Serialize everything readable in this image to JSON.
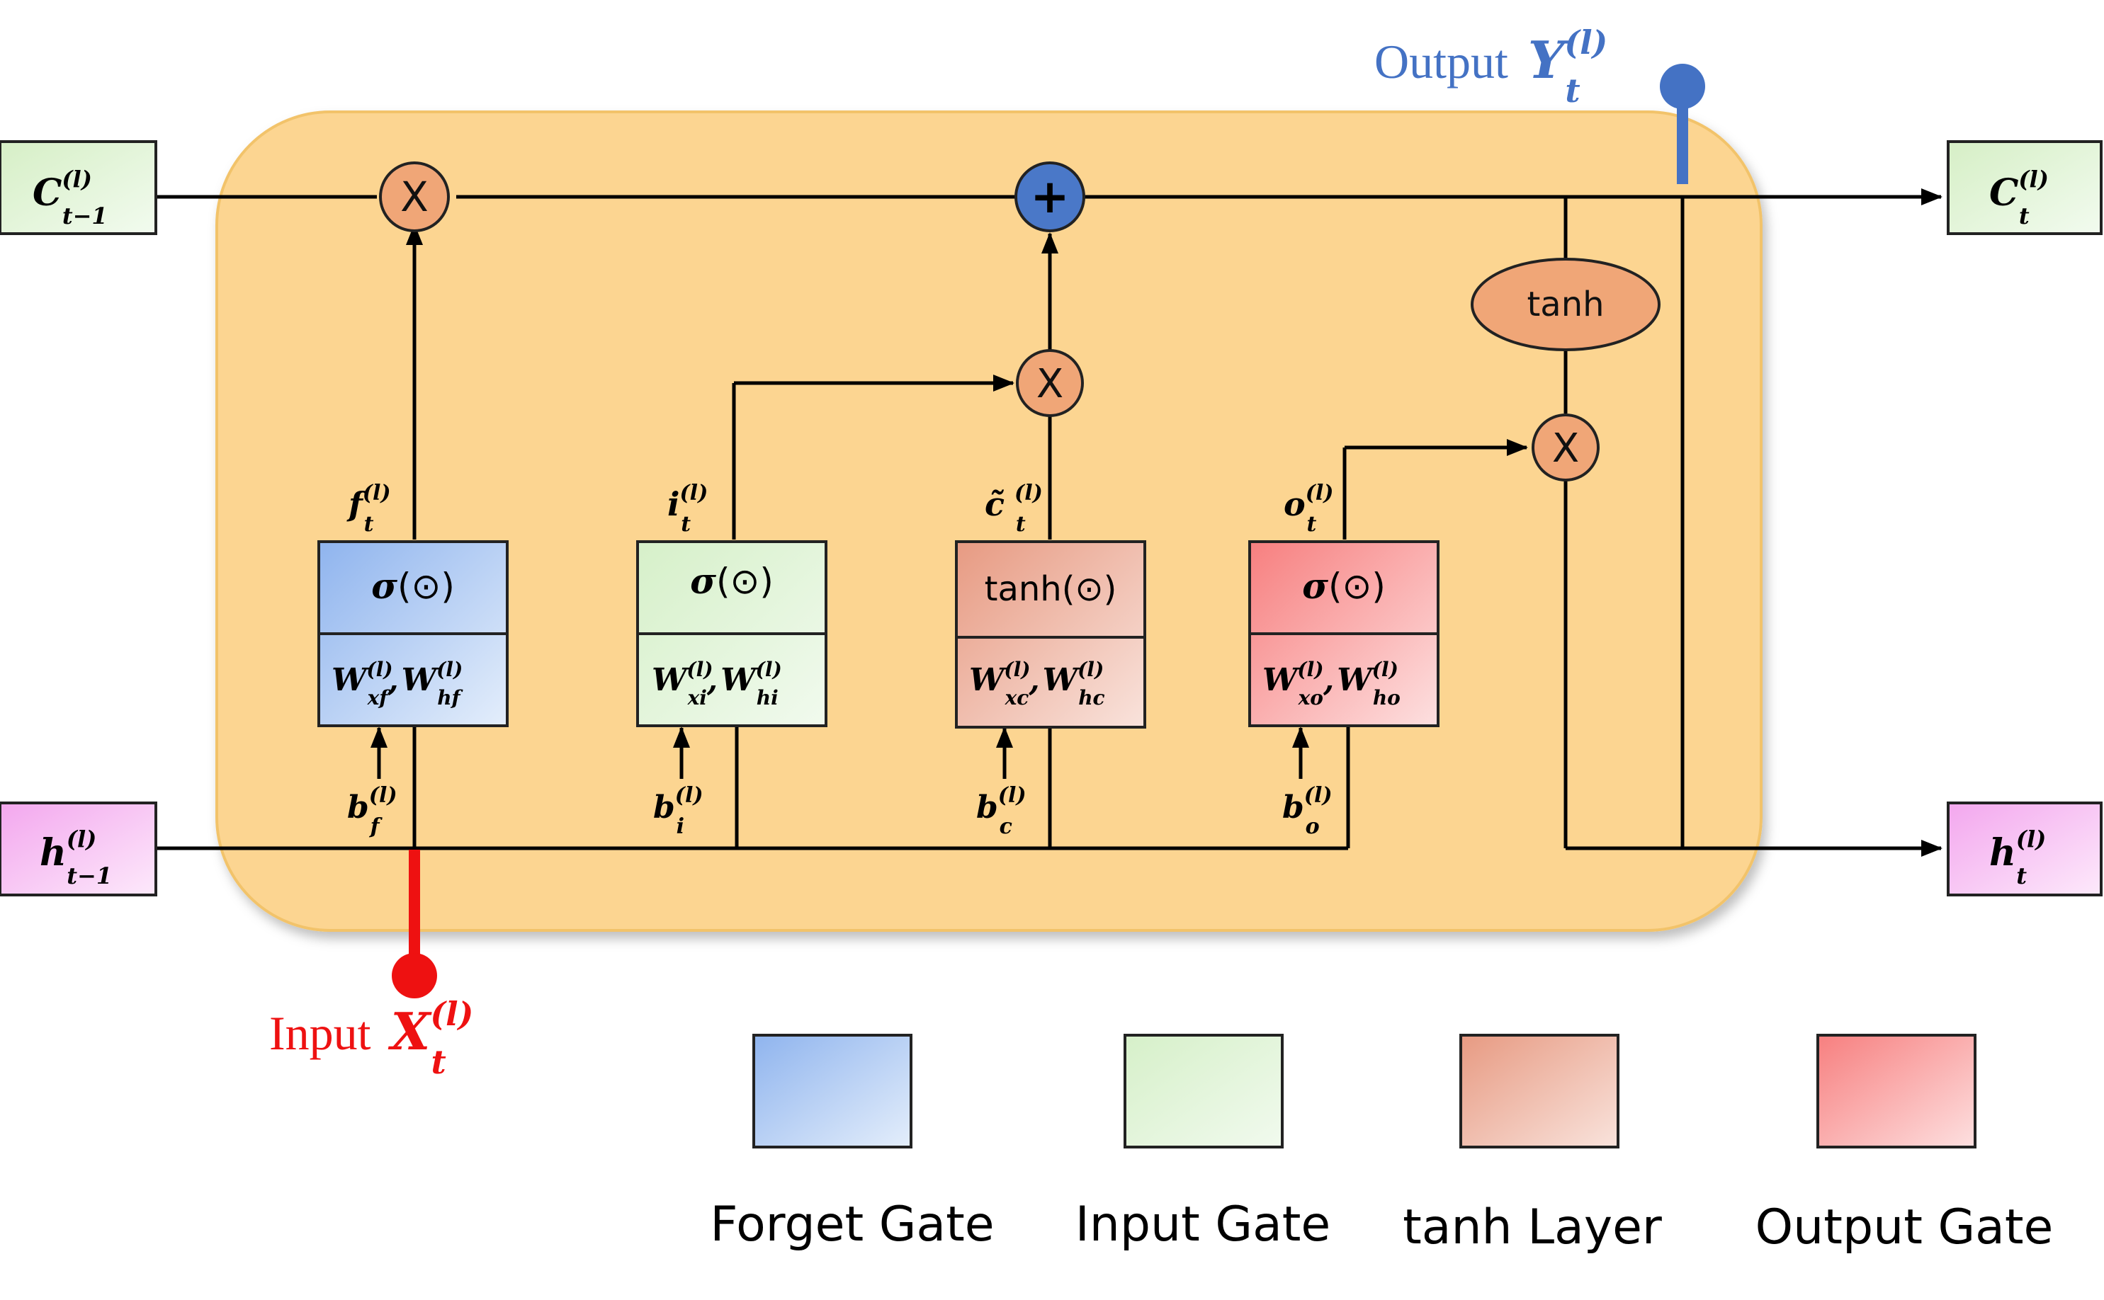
{
  "diagram": {
    "cell_prev": {
      "base": "C",
      "sup": "(l)",
      "sub": "t−1"
    },
    "cell_next": {
      "base": "C",
      "sup": "(l)",
      "sub": "t"
    },
    "hidden_prev": {
      "base": "h",
      "sup": "(l)",
      "sub": "t−1"
    },
    "hidden_next": {
      "base": "h",
      "sup": "(l)",
      "sub": "t"
    },
    "output": {
      "label": "Output",
      "base": "Y",
      "sup": "(l)",
      "sub": "t"
    },
    "input": {
      "label": "Input",
      "base": "X",
      "sup": "(l)",
      "sub": "t"
    },
    "ops": {
      "multiply": "X",
      "add": "+",
      "tanh": "tanh"
    },
    "gates": [
      {
        "id": "forget",
        "func_sym": "σ",
        "func_arg": "(⊙)",
        "w1": {
          "base": "W",
          "sup": "(l)",
          "sub": "xf"
        },
        "sep": ",",
        "w2": {
          "base": "W",
          "sup": "(l)",
          "sub": "hf"
        },
        "bias": {
          "base": "b",
          "sup": "(l)",
          "sub": "f"
        },
        "out": {
          "base": "f",
          "sup": "(l)",
          "sub": "t"
        }
      },
      {
        "id": "input",
        "func_sym": "σ",
        "func_arg": "(⊙)",
        "w1": {
          "base": "W",
          "sup": "(l)",
          "sub": "xi"
        },
        "sep": ",",
        "w2": {
          "base": "W",
          "sup": "(l)",
          "sub": "hi"
        },
        "bias": {
          "base": "b",
          "sup": "(l)",
          "sub": "i"
        },
        "out": {
          "base": "i",
          "sup": "(l)",
          "sub": "t"
        }
      },
      {
        "id": "tanh",
        "func_sym": "tanh",
        "func_arg": "(⊙)",
        "w1": {
          "base": "W",
          "sup": "(l)",
          "sub": "xc"
        },
        "sep": ",",
        "w2": {
          "base": "W",
          "sup": "(l)",
          "sub": "hc"
        },
        "bias": {
          "base": "b",
          "sup": "(l)",
          "sub": "c"
        },
        "out": {
          "base": "c̃",
          "sup": "(l)",
          "sub": "t"
        }
      },
      {
        "id": "output",
        "func_sym": "σ",
        "func_arg": "(⊙)",
        "w1": {
          "base": "W",
          "sup": "(l)",
          "sub": "xo"
        },
        "sep": ",",
        "w2": {
          "base": "W",
          "sup": "(l)",
          "sub": "ho"
        },
        "bias": {
          "base": "b",
          "sup": "(l)",
          "sub": "o"
        },
        "out": {
          "base": "o",
          "sup": "(l)",
          "sub": "t"
        }
      }
    ]
  },
  "legend": [
    {
      "label": "Forget Gate"
    },
    {
      "label": "Input Gate"
    },
    {
      "label": "tanh Layer"
    },
    {
      "label": "Output Gate"
    }
  ],
  "colors": {
    "cell_bg": "#fcd591",
    "cell_border": "#f2c36b",
    "forget": "#a8c6f2",
    "input": "#e2f4d9",
    "tanh": "#eebaa8",
    "output": "#f5a0a0",
    "op_circle": "#f0a677",
    "add_circle": "#4a78c8",
    "input_red": "#ee1111",
    "output_blue": "#4472c4",
    "cell_state_box": "#e4f5d6",
    "hidden_box": "#f9d6f7"
  }
}
